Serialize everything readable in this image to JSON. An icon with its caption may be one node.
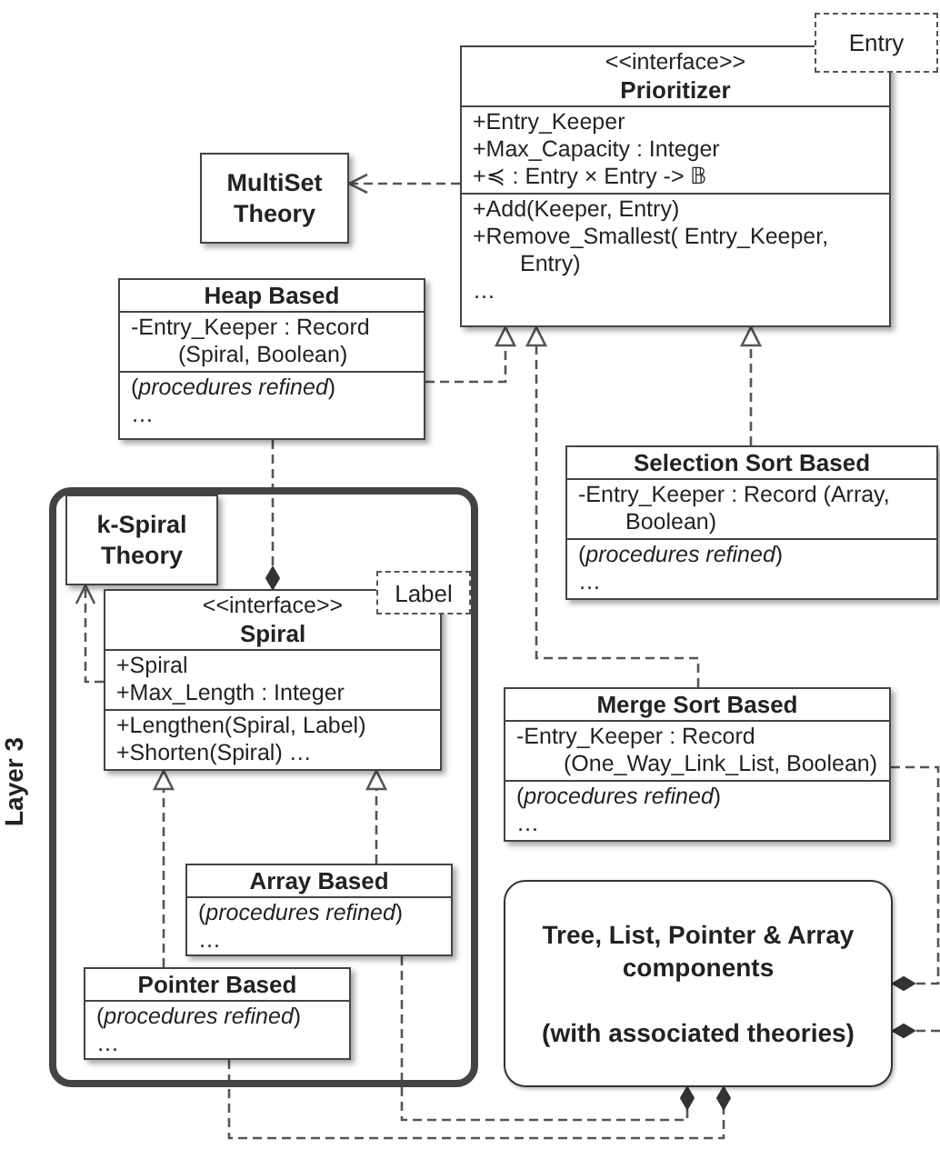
{
  "diagram": {
    "nodes": [
      {
        "text": [
          "Entry"
        ]
      },
      {
        "text": [
          "<<interface>>",
          "Prioritizer",
          "+Entry_Keeper",
          "+Max_Capacity : Integer",
          "+≼ : Entry × Entry -> 𝔹",
          "+Add(Keeper, Entry)",
          "+Remove_Smallest( Entry_Keeper, Entry)",
          "…"
        ]
      },
      {
        "text": [
          "MultiSet Theory"
        ]
      },
      {
        "text": [
          "Heap Based",
          "-Entry_Keeper : Record (Spiral, Boolean)",
          "(*procedures refined*)",
          "…"
        ]
      },
      {
        "text": [
          "Selection Sort Based",
          "-Entry_Keeper : Record (Array, Boolean)",
          "(*procedures refined*)",
          "…"
        ]
      },
      {
        "text": [
          "Layer 3"
        ]
      },
      {
        "text": [
          "k-Spiral Theory"
        ],
        "in": 5
      },
      {
        "text": [
          "Label"
        ],
        "in": 5
      },
      {
        "text": [
          "<<interface>>",
          "Spiral",
          "+Spiral",
          "+Max_Length : Integer",
          "+Lengthen(Spiral, Label)",
          "+Shorten(Spiral) …"
        ],
        "in": 5
      },
      {
        "text": [
          "Array Based",
          "(*procedures refined*)",
          "…"
        ],
        "in": 5
      },
      {
        "text": [
          "Pointer Based",
          "(*procedures refined*)",
          "…"
        ],
        "in": 5
      },
      {
        "text": [
          "Merge Sort Based",
          "-Entry_Keeper : Record (One_Way_Link_List, Boolean)",
          "(*procedures refined*)",
          "…"
        ]
      },
      {
        "text": [
          "Tree, List, Pointer & Array components",
          "(with associated theories)"
        ]
      }
    ],
    "edges": [
      {
        "from": 1,
        "to": 2,
        "arrow": "to",
        "style": "dashed"
      },
      {
        "from": 3,
        "to": 1,
        "arrow": "to",
        "style": "dashed"
      },
      {
        "from": 4,
        "to": 1,
        "arrow": "to",
        "style": "dashed"
      },
      {
        "from": 11,
        "to": 1,
        "arrow": "to",
        "style": "dashed"
      },
      {
        "from": 3,
        "to": 8,
        "arrow": "other",
        "style": "dashed"
      },
      {
        "from": 8,
        "to": 6,
        "arrow": "to",
        "style": "dashed"
      },
      {
        "from": 10,
        "to": 8,
        "arrow": "to",
        "style": "dashed"
      },
      {
        "from": 9,
        "to": 8,
        "arrow": "to",
        "style": "dashed"
      },
      {
        "from": 9,
        "to": 12,
        "arrow": "other",
        "style": "dashed"
      },
      {
        "from": 10,
        "to": 12,
        "arrow": "other",
        "style": "dashed"
      },
      {
        "from": 11,
        "to": 12,
        "arrow": "other",
        "style": "dashed"
      },
      {
        "from": null,
        "to": 12,
        "arrow": "other",
        "style": "dashed"
      }
    ]
  }
}
